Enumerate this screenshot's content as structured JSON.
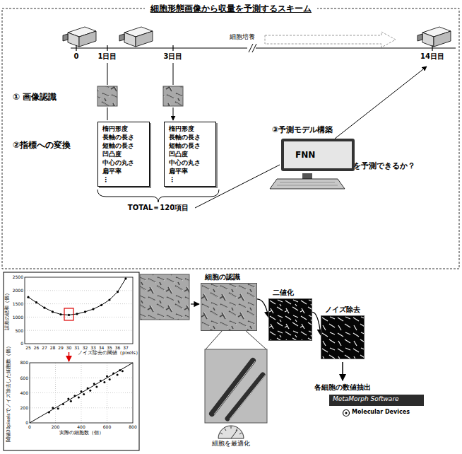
{
  "diagram": {
    "title": "細胞形態画像から収量を予測するスキーム",
    "nodes": [
      {
        "text": [
          "楕円形度",
          "長軸の長さ",
          "短軸の長さ",
          "凹凸度",
          "中心の丸さ",
          "扁平率",
          "⋮"
        ]
      },
      {
        "text": [
          "楕円形度",
          "長軸の長さ",
          "短軸の長さ",
          "凹凸度",
          "中心の丸さ",
          "扁平率",
          "⋮"
        ]
      },
      {
        "text": [
          "FNN"
        ]
      },
      {
        "text": [
          "細胞の認識"
        ]
      },
      {
        "text": [
          "二値化"
        ]
      },
      {
        "text": [
          "ノイズ除去"
        ]
      }
    ],
    "edges": [
      {
        "from": 3,
        "to": 4,
        "arrow": "to"
      },
      {
        "from": 4,
        "to": 5,
        "arrow": "to"
      }
    ],
    "labels": [
      "細胞培養",
      "0",
      "1日目",
      "3日目",
      "14日目",
      "① 画像認識",
      "②指標への変換",
      "TOTAL＝120項目",
      "③予測モデル構築",
      "収量を予測できるか？",
      "誤差の総和（個）",
      "ノイズ除去の閾値（pixels）",
      "閾値30pixelsでノイズ除去した細胞数（個）",
      "実際の細胞数（個）",
      "2500",
      "2000",
      "1500",
      "1000",
      "500",
      "0",
      "25",
      "26",
      "27",
      "28",
      "29",
      "30",
      "31",
      "32",
      "33",
      "34",
      "35",
      "36",
      "37",
      "800",
      "600",
      "400",
      "200",
      "0",
      "0",
      "200",
      "400",
      "600",
      "800",
      "各細胞の数値抽出",
      "MetaMorph Software",
      "Molecular Devices",
      "細胞を最適化"
    ]
  }
}
